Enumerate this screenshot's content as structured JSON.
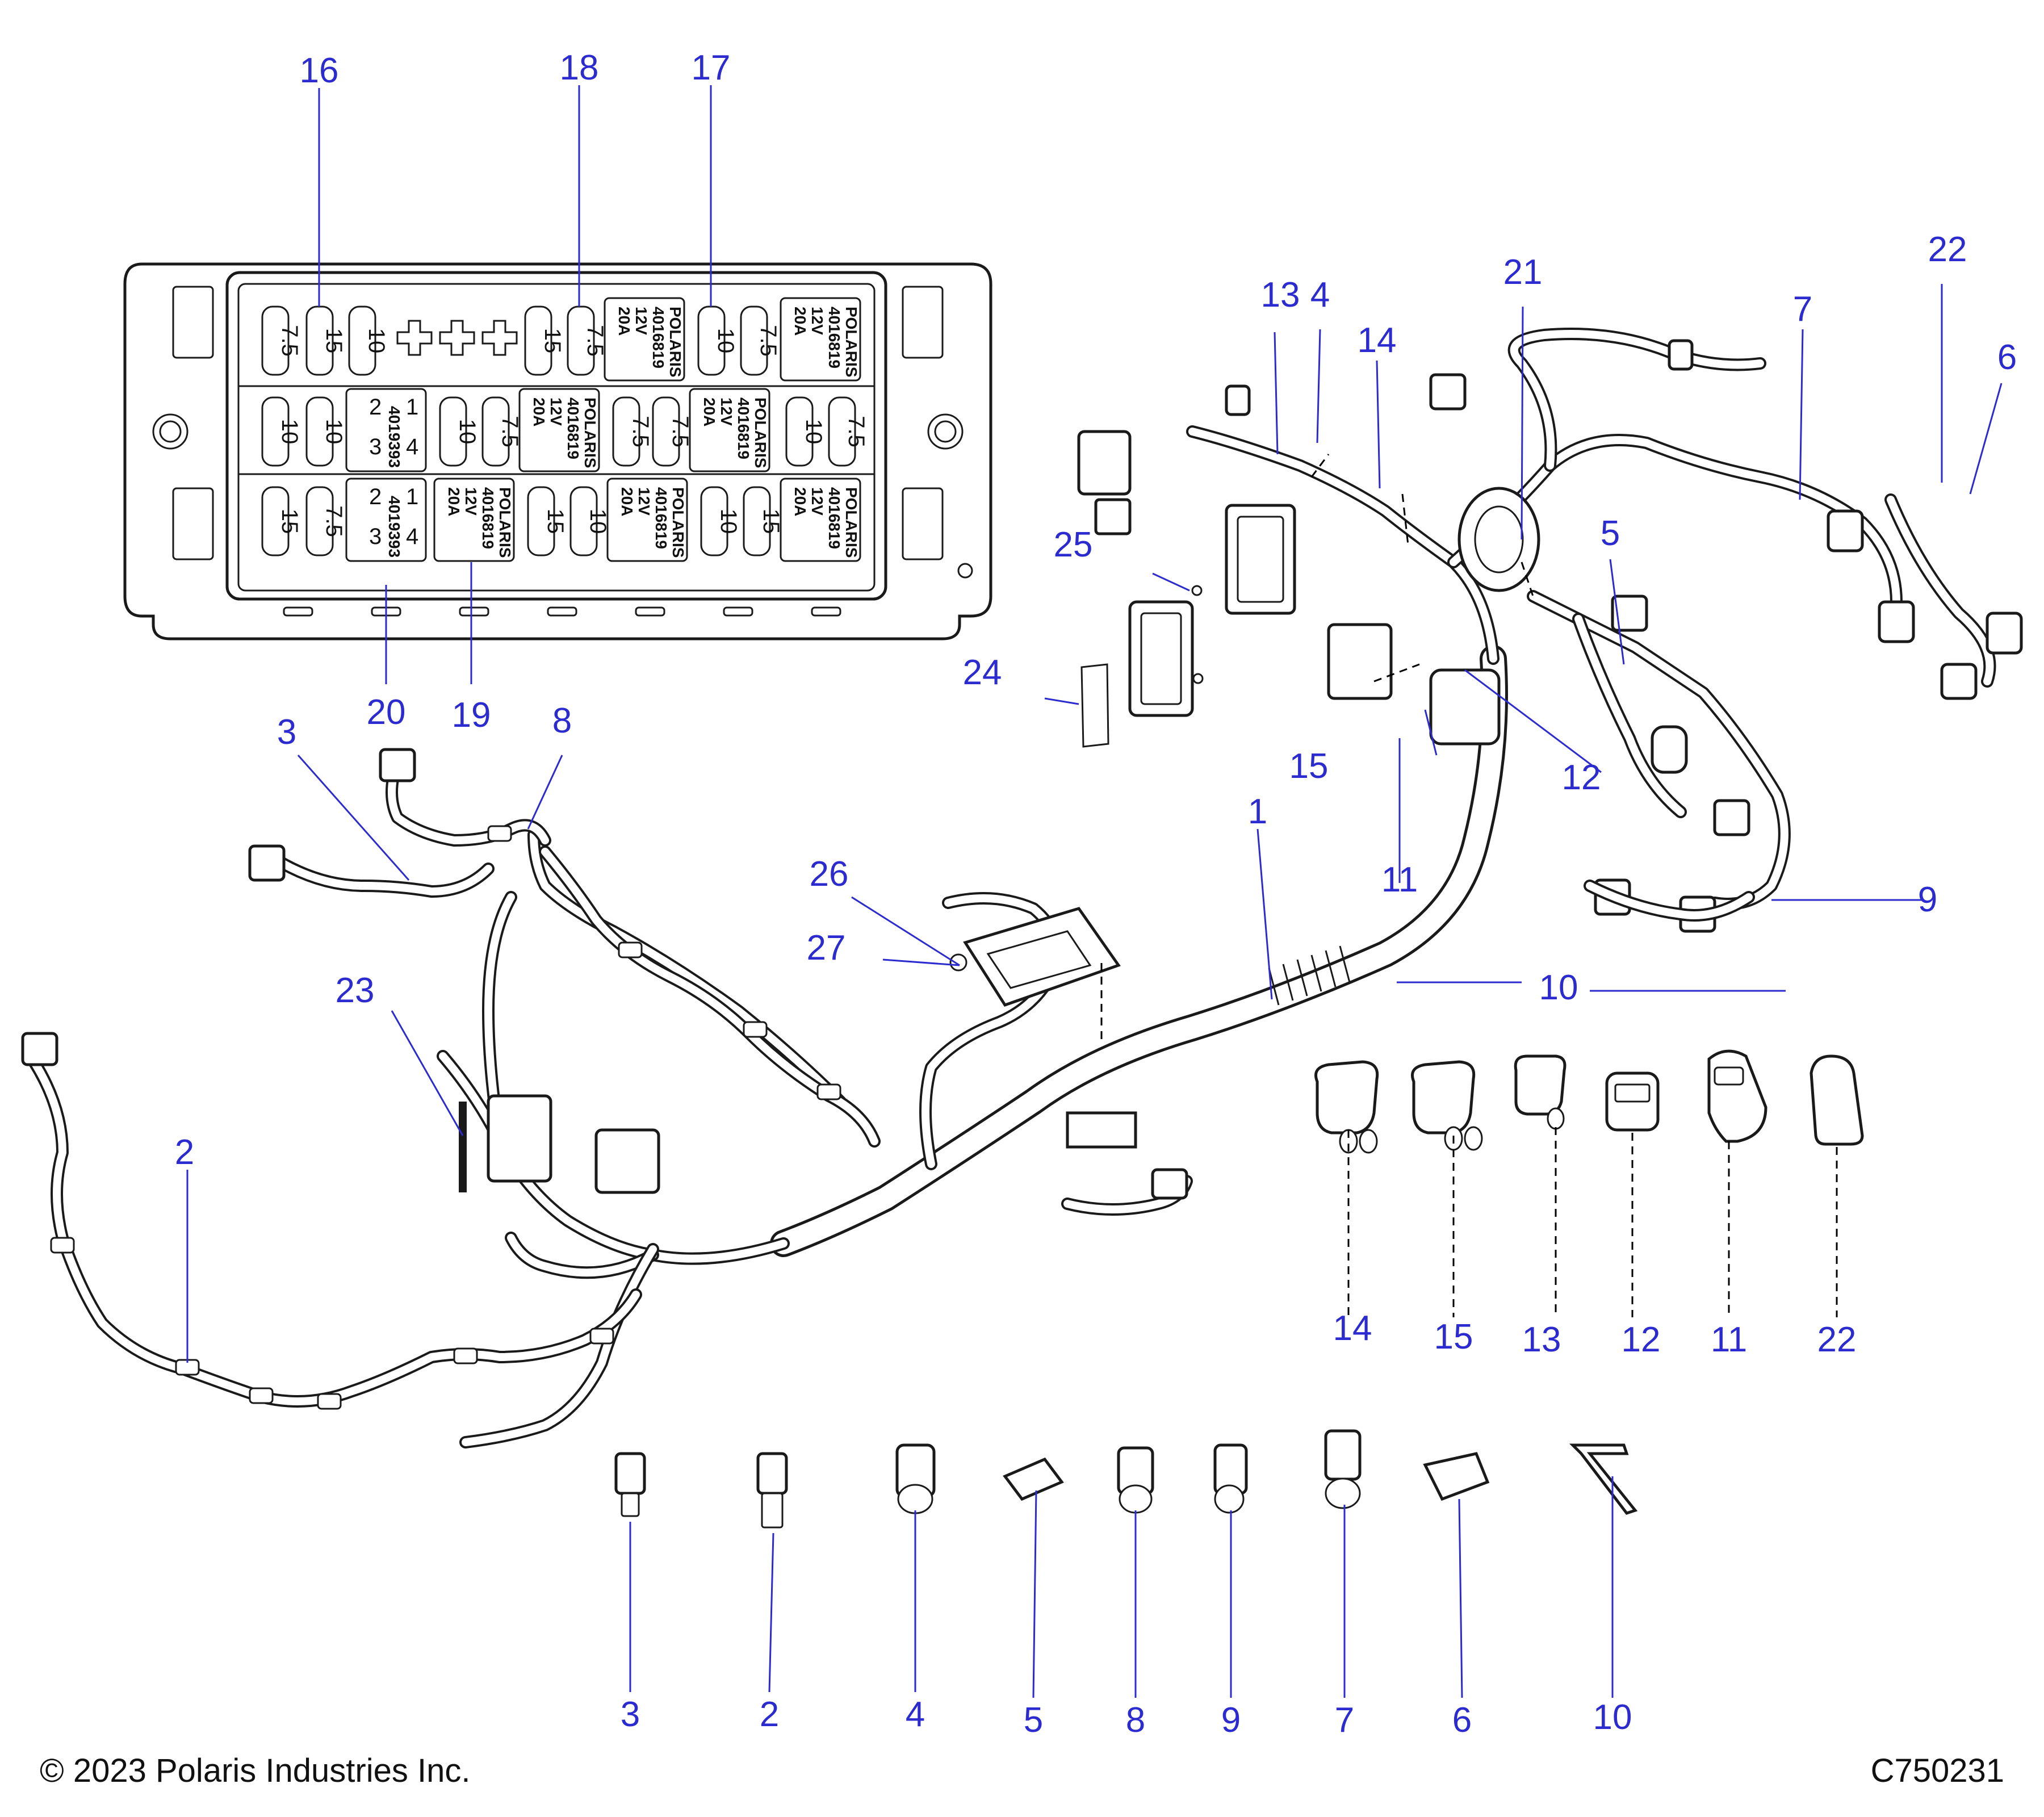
{
  "footer": {
    "copyright": "© 2023 Polaris Industries Inc.",
    "diagram_code": "C750231"
  },
  "fuse_box": {
    "fuses": [
      "7.5",
      "15",
      "10",
      "15",
      "7.5",
      "10",
      "7.5",
      "10",
      "10",
      "10",
      "7.5",
      "7.5",
      "7.5",
      "10",
      "7.5",
      "15",
      "7.5",
      "15",
      "10",
      "10",
      "15"
    ],
    "relay_label": [
      "POLARIS",
      "4016819",
      "12V",
      "20A"
    ],
    "relay_b_label": [
      "2",
      "1",
      "3",
      "4",
      "4019393"
    ]
  },
  "callouts": {
    "c1": "1",
    "c2": "2",
    "c3": "3",
    "c4": "4",
    "c5": "5",
    "c6": "6",
    "c7": "7",
    "c8": "8",
    "c9": "9",
    "c10": "10",
    "c11": "11",
    "c12": "12",
    "c13": "13",
    "c14": "14",
    "c15": "15",
    "c16": "16",
    "c17": "17",
    "c18": "18",
    "c19": "19",
    "c20": "20",
    "c21": "21",
    "c22": "22",
    "c23": "23",
    "c24": "24",
    "c25": "25",
    "c26": "26",
    "c27": "27"
  },
  "parts_row_labels": {
    "r14": "14",
    "r15": "15",
    "r13": "13",
    "r12": "12",
    "r11": "11",
    "r22": "22"
  },
  "clip_row_labels": {
    "k3": "3",
    "k2": "2",
    "k4": "4",
    "k5": "5",
    "k8": "8",
    "k9": "9",
    "k7": "7",
    "k6": "6",
    "k10": "10"
  },
  "colors": {
    "callout": "#2b2bd0",
    "line": "#1a1a1a"
  }
}
